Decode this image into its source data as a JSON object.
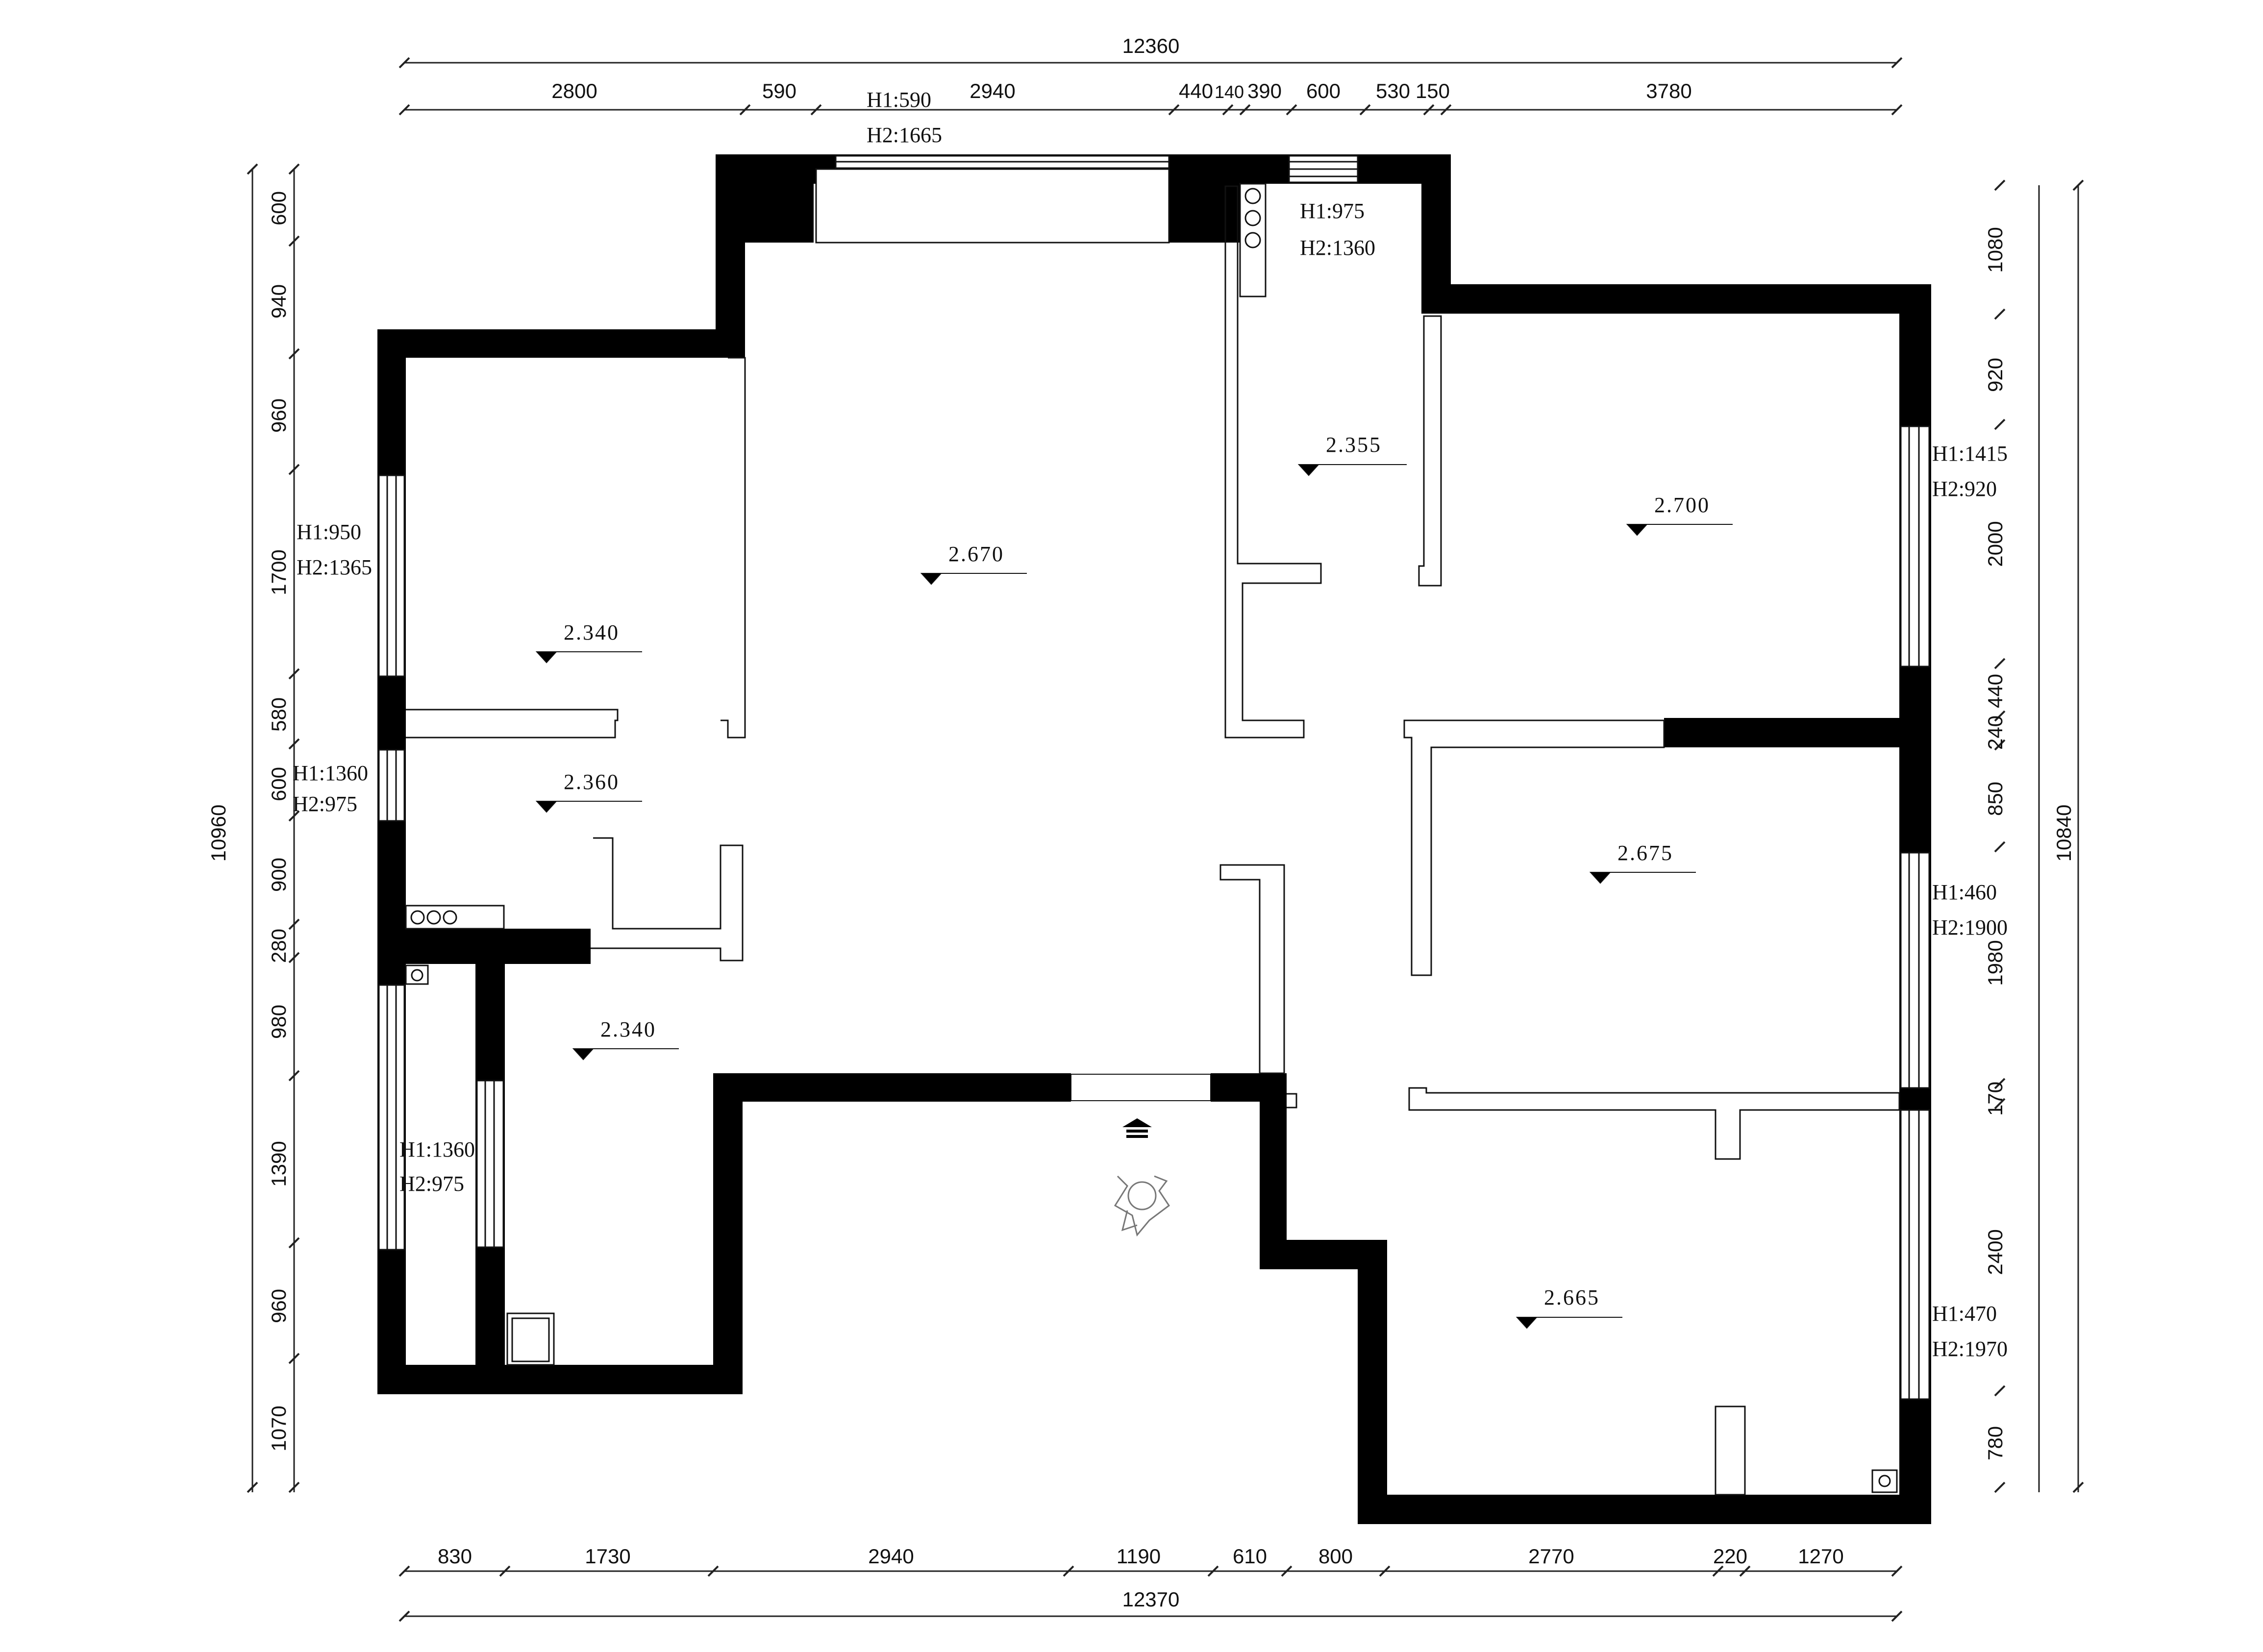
{
  "dimensions": {
    "top_total": "12360",
    "top": [
      "2800",
      "590",
      "2940",
      "440",
      "140",
      "390",
      "600",
      "530",
      "150",
      "3780"
    ],
    "bottom_total": "12370",
    "bottom": [
      "830",
      "1730",
      "2940",
      "1190",
      "610",
      "800",
      "2770",
      "220",
      "1270"
    ],
    "left_total": "10960",
    "left": [
      "600",
      "940",
      "960",
      "1700",
      "580",
      "600",
      "900",
      "280",
      "980",
      "1390",
      "960",
      "1070"
    ],
    "right_total": "10840",
    "right": [
      "1080",
      "920",
      "2000",
      "440",
      "240",
      "850",
      "1980",
      "170",
      "2400",
      "780"
    ]
  },
  "window_notes": [
    {
      "h1": "H1:590",
      "h2": "H2:1665"
    },
    {
      "h1": "H1:975",
      "h2": "H2:1360"
    },
    {
      "h1": "H1:950",
      "h2": "H2:1365"
    },
    {
      "h1": "H1:1360",
      "h2": "H2:975"
    },
    {
      "h1": "H1:1360",
      "h2": "H2:975"
    },
    {
      "h1": "H1:1415",
      "h2": "H2:920"
    },
    {
      "h1": "H1:460",
      "h2": "H2:1900"
    },
    {
      "h1": "H1:470",
      "h2": "H2:1970"
    }
  ],
  "levels": [
    "2.670",
    "2.355",
    "2.700",
    "2.340",
    "2.360",
    "2.340",
    "2.675",
    "2.665"
  ],
  "colors": {
    "wall": "#000000",
    "line": "#111111",
    "background": "#ffffff"
  },
  "icons": [
    "entrance-arrow-icon",
    "person-figure-icon",
    "stove-icon",
    "drain-icon"
  ]
}
